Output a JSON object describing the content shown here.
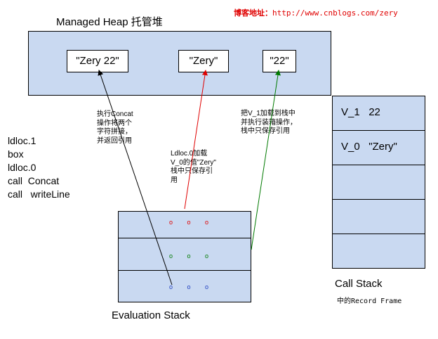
{
  "heap": {
    "title": "Managed Heap 托管堆",
    "objects": [
      "\"Zery 22\"",
      "\"Zery\"",
      "\"22\""
    ]
  },
  "blog": {
    "label": "博客地址：",
    "url": "http://www.cnblogs.com/zery"
  },
  "instructions": [
    "ldloc.1",
    "box",
    "ldloc.0",
    "call  Concat",
    "call   writeLine"
  ],
  "notes": {
    "concat": [
      "执行Concat",
      "操作将两个",
      "字符拼接，",
      "并返回引用"
    ],
    "ldloc0": [
      "Ldloc.0加载",
      "V_0的值\"Zery\"",
      "栈中只保存引",
      "用"
    ],
    "ldloc1": [
      "把V_1加载到栈中",
      "并执行装箱操作，",
      "栈中只保存引用"
    ]
  },
  "call_stack": {
    "rows": [
      "V_1   22",
      "V_0   \"Zery\"",
      "",
      "",
      ""
    ],
    "label": "Call Stack",
    "sublabel": "中的Record Frame"
  },
  "evaluation_stack": {
    "label": "Evaluation Stack",
    "dots": [
      "o o o",
      "o o o",
      "o o o"
    ]
  },
  "colors": {
    "box_fill": "#c9d9f1",
    "red": "#e00000",
    "green": "#007a00",
    "blue": "#1f3fbf",
    "black": "#000000"
  }
}
